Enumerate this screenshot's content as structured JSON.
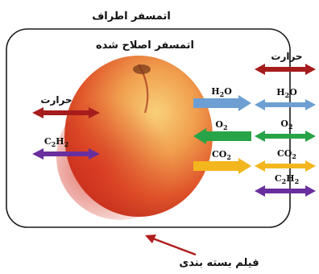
{
  "labels": {
    "outer_atmosphere": "اتمسفر اطراف",
    "modified_atmosphere": "اتمسفر اصلاح شده",
    "packaging_film": "فیلم بسته بندی"
  },
  "inside_flows": [
    {
      "id": "heat",
      "label": "حرارت",
      "color": "#a61c1c",
      "direction": "both"
    },
    {
      "id": "c2h2",
      "label_parts": [
        "C",
        "2",
        "H",
        "2"
      ],
      "color": "#6a2f9e",
      "direction": "both"
    }
  ],
  "fruit_flows": [
    {
      "id": "h2o",
      "label_parts": [
        "H",
        "2",
        "O"
      ],
      "color": "#6d9fd2",
      "direction": "out"
    },
    {
      "id": "o2",
      "label_parts": [
        "O",
        "2"
      ],
      "color": "#27a447",
      "direction": "in"
    },
    {
      "id": "co2",
      "label_parts": [
        "CO",
        "2"
      ],
      "color": "#f3b61e",
      "direction": "out"
    }
  ],
  "film_flows": [
    {
      "id": "heat",
      "label": "حرارت",
      "color": "#a61c1c",
      "direction": "both"
    },
    {
      "id": "h2o",
      "label_parts": [
        "H",
        "2",
        "O"
      ],
      "color": "#6d9fd2",
      "direction": "both"
    },
    {
      "id": "o2",
      "label_parts": [
        "O",
        "2"
      ],
      "color": "#27a447",
      "direction": "both"
    },
    {
      "id": "co2",
      "label_parts": [
        "CO",
        "2"
      ],
      "color": "#f3b61e",
      "direction": "both"
    },
    {
      "id": "c2h2",
      "label_parts": [
        "C",
        "2",
        "H",
        "2"
      ],
      "color": "#6a2f9e",
      "direction": "both"
    }
  ],
  "pointer_color": "#b01c1c"
}
